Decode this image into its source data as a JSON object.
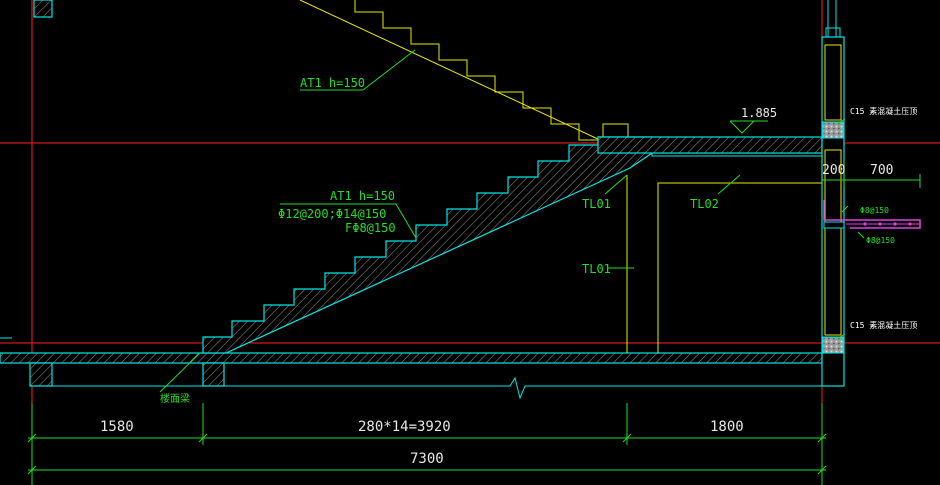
{
  "labels": {
    "at1_upper": "AT1 h=150",
    "at1_lower": "AT1 h=150",
    "rebar_line1": "Φ12@200;Φ14@150",
    "rebar_line2": "FΦ8@150",
    "tl01_a": "TL01",
    "tl01_b": "TL01",
    "tl02": "TL02",
    "level": "1.885",
    "c15_upper": "C15 素混凝土压顶",
    "c15_lower": "C15 素混凝土压顶",
    "rebar_small_1": "Φ8@150",
    "rebar_small_2": "Φ8@150",
    "base_note": "楼面梁",
    "wall_200": "200",
    "wall_700": "700"
  },
  "dimensions": {
    "seg1": "1580",
    "seg2": "280*14=3920",
    "seg3": "1800",
    "total": "7300"
  },
  "colors": {
    "background": "#000000",
    "structure": "#00e5e5",
    "annotation": "#22dd22",
    "leader": "#e8e800",
    "axis": "#ff2020",
    "dimension": "#22dd22",
    "text_dim": "#e6e6e6"
  }
}
